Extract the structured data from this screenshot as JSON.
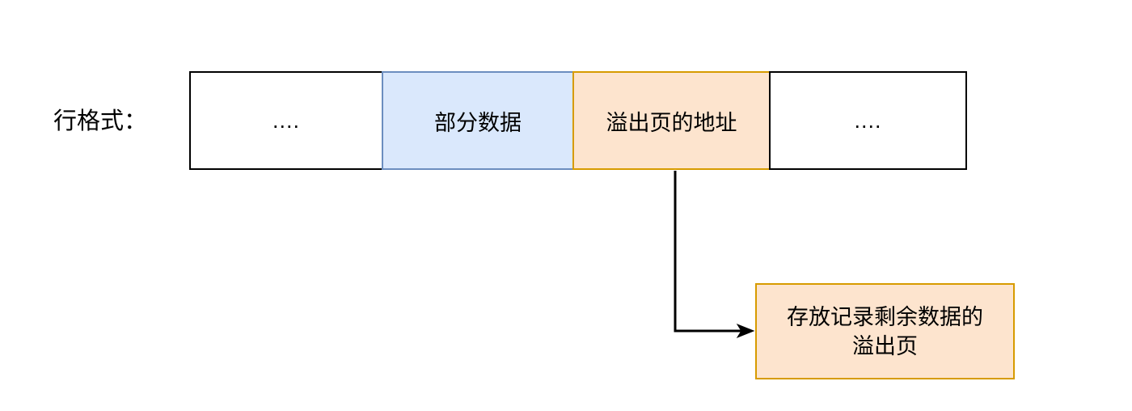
{
  "diagram": {
    "title_label": "行格式：",
    "row_cells": [
      {
        "text": "....",
        "kind": "plain"
      },
      {
        "text": "部分数据",
        "kind": "blue"
      },
      {
        "text": "溢出页的地址",
        "kind": "orange"
      },
      {
        "text": "....",
        "kind": "plain"
      }
    ],
    "overflow_box": {
      "line1": "存放记录剩余数据的",
      "line2": "溢出页"
    },
    "connector": {
      "from_label": "溢出页的地址",
      "to_label": "存放记录剩余数据的溢出页",
      "arrow_style": "elbow-with-solid-arrowhead"
    },
    "colors": {
      "blue_fill": "#dae8fc",
      "blue_border": "#6c8ebf",
      "orange_fill": "#fde4ce",
      "orange_border": "#d79b00",
      "plain_fill": "#ffffff",
      "plain_border": "#000000",
      "text": "#000000",
      "connector": "#000000",
      "background": "#ffffff"
    }
  }
}
